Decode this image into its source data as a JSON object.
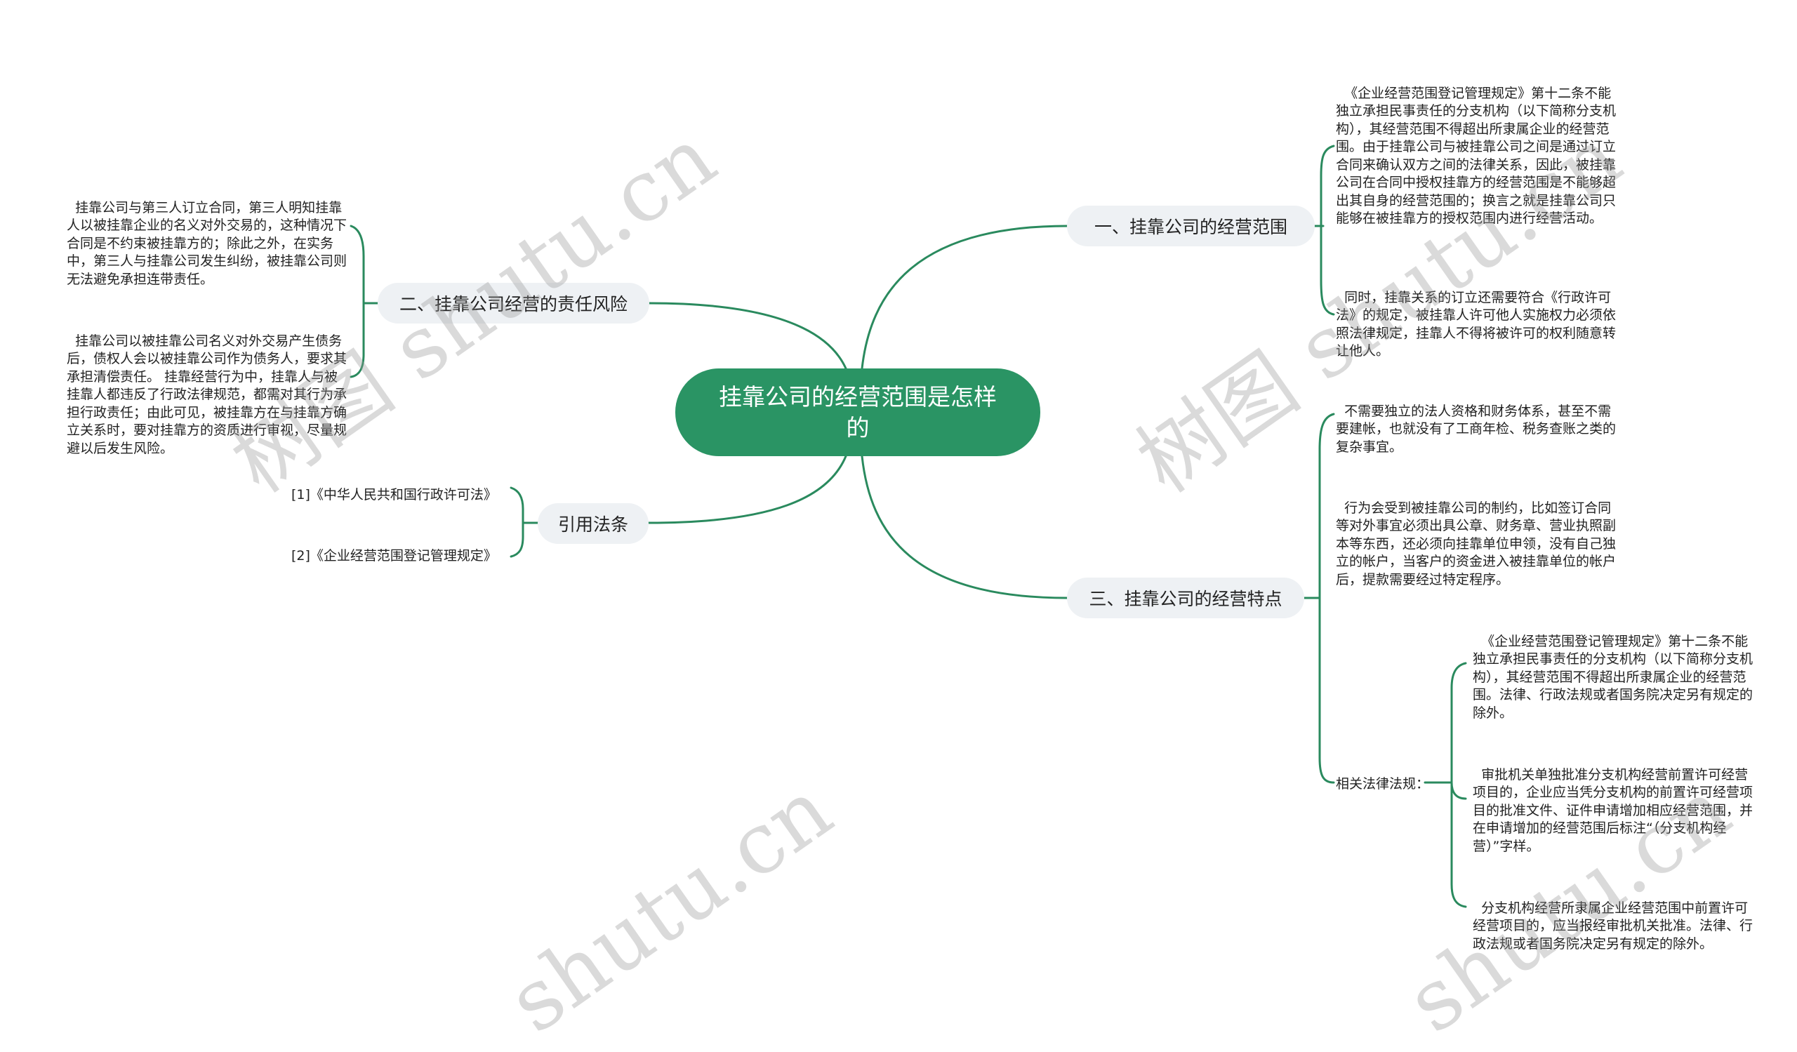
{
  "root": {
    "title": "挂靠公司的经营范围是怎样的"
  },
  "colors": {
    "accent": "#2a9464",
    "branch_bg": "#eef1f4",
    "line": "#2a8a5e"
  },
  "branches": [
    {
      "label": "一、挂靠公司的经营范围",
      "children": [
        "《企业经营范围登记管理规定》第十二条不能独立承担民事责任的分支机构（以下简称分支机构），其经营范围不得超出所隶属企业的经营范围。由于挂靠公司与被挂靠公司之间是通过订立合同来确认双方之间的法律关系，因此，被挂靠公司在合同中授权挂靠方的经营范围是不能够超出其自身的经营范围的；换言之就是挂靠公司只能够在被挂靠方的授权范围内进行经营活动。",
        "同时，挂靠关系的订立还需要符合《行政许可法》的规定，被挂靠人许可他人实施权力必须依照法律规定，挂靠人不得将被许可的权利随意转让他人。"
      ]
    },
    {
      "label": "二、挂靠公司经营的责任风险",
      "children": [
        "挂靠公司与第三人订立合同，第三人明知挂靠人以被挂靠企业的名义对外交易的，这种情况下合同是不约束被挂靠方的；除此之外，在实务中，第三人与挂靠公司发生纠纷，被挂靠公司则无法避免承担连带责任。",
        "挂靠公司以被挂靠公司名义对外交易产生债务后，债权人会以被挂靠公司作为债务人，要求其承担清偿责任。 挂靠经营行为中，挂靠人与被挂靠人都违反了行政法律规范，都需对其行为承担行政责任；由此可见，被挂靠方在与挂靠方确立关系时，要对挂靠方的资质进行审视，尽量规避以后发生风险。"
      ]
    },
    {
      "label": "三、挂靠公司的经营特点",
      "children": [
        "不需要独立的法人资格和财务体系，甚至不需要建帐，也就没有了工商年检、税务查账之类的复杂事宜。",
        "行为会受到被挂靠公司的制约，比如签订合同等对外事宜必须出具公章、财务章、营业执照副本等东西，还必须向挂靠单位申领，没有自己独立的帐户，当客户的资金进入被挂靠单位的帐户后，提款需要经过特定程序。"
      ],
      "sub": {
        "label": "相关法律法规：",
        "children": [
          "《企业经营范围登记管理规定》第十二条不能独立承担民事责任的分支机构（以下简称分支机构），其经营范围不得超出所隶属企业的经营范围。法律、行政法规或者国务院决定另有规定的除外。",
          "审批机关单独批准分支机构经营前置许可经营项目的，企业应当凭分支机构的前置许可经营项目的批准文件、证件申请增加相应经营范围，并在申请增加的经营范围后标注“（分支机构经营）”字样。",
          "分支机构经营所隶属企业经营范围中前置许可经营项目的，应当报经审批机关批准。法律、行政法规或者国务院决定另有规定的除外。"
        ]
      }
    },
    {
      "label": "引用法条",
      "children": [
        "[1]《中华人民共和国行政许可法》",
        "[2]《企业经营范围登记管理规定》"
      ]
    }
  ],
  "watermark": {
    "text_full": "树图 shutu.cn",
    "text_short": "shutu.cn"
  }
}
